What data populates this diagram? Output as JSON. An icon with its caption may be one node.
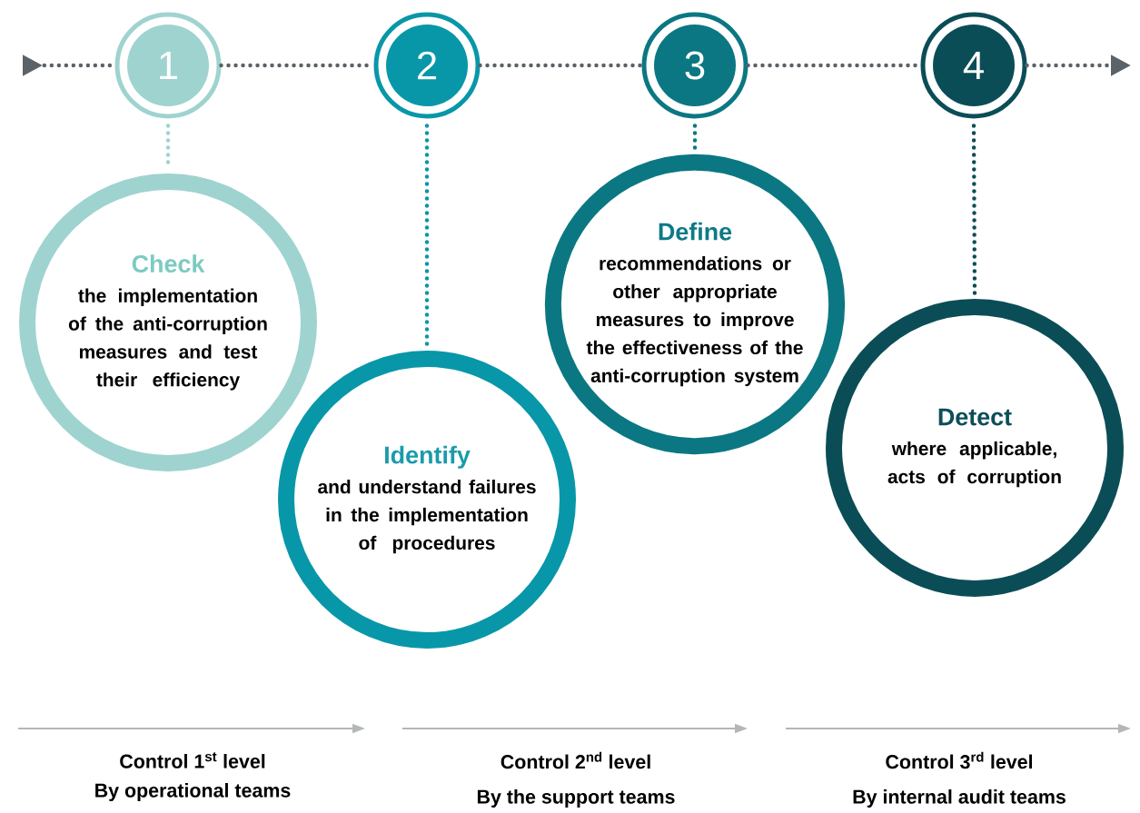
{
  "diagram": {
    "nodes": [
      {
        "text": [
          "1"
        ]
      },
      {
        "text": [
          "2"
        ]
      },
      {
        "text": [
          "3"
        ]
      },
      {
        "text": [
          "4"
        ]
      },
      {
        "text": [
          "Check",
          "the implementation of the anti-corruption measures and test their efficiency"
        ]
      },
      {
        "text": [
          "Identify",
          "and understand failures in the implementation of procedures"
        ]
      },
      {
        "text": [
          "Define",
          "recommendations or other appropriate measures to improve the effectiveness of the anti-corruption system"
        ]
      },
      {
        "text": [
          "Detect",
          "where applicable, acts of corruption"
        ]
      }
    ],
    "edges": [
      {
        "from": null,
        "to": 0,
        "arrow": "other",
        "style": "dashed"
      },
      {
        "from": 0,
        "to": 1,
        "arrow": "none",
        "style": "dashed"
      },
      {
        "from": 1,
        "to": 2,
        "arrow": "none",
        "style": "dashed"
      },
      {
        "from": 2,
        "to": 3,
        "arrow": "none",
        "style": "dashed"
      },
      {
        "from": 3,
        "to": null,
        "arrow": "to",
        "style": "dashed"
      },
      {
        "from": 0,
        "to": 4,
        "arrow": "none",
        "style": "dashed",
        "color": "#9fd3cf"
      },
      {
        "from": 1,
        "to": 5,
        "arrow": "none",
        "style": "dashed",
        "color": "#0897a8"
      },
      {
        "from": 2,
        "to": 6,
        "arrow": "none",
        "style": "dashed",
        "color": "#0b7782"
      },
      {
        "from": 3,
        "to": 7,
        "arrow": "none",
        "style": "dashed",
        "color": "#0b4d57"
      }
    ],
    "labels": [
      "Control 1$^{st}$ level",
      "By operational teams",
      "Control 2$^{nd}$ level",
      "By the support teams",
      "Control 3$^{rd}$ level",
      "By internal audit teams"
    ]
  }
}
